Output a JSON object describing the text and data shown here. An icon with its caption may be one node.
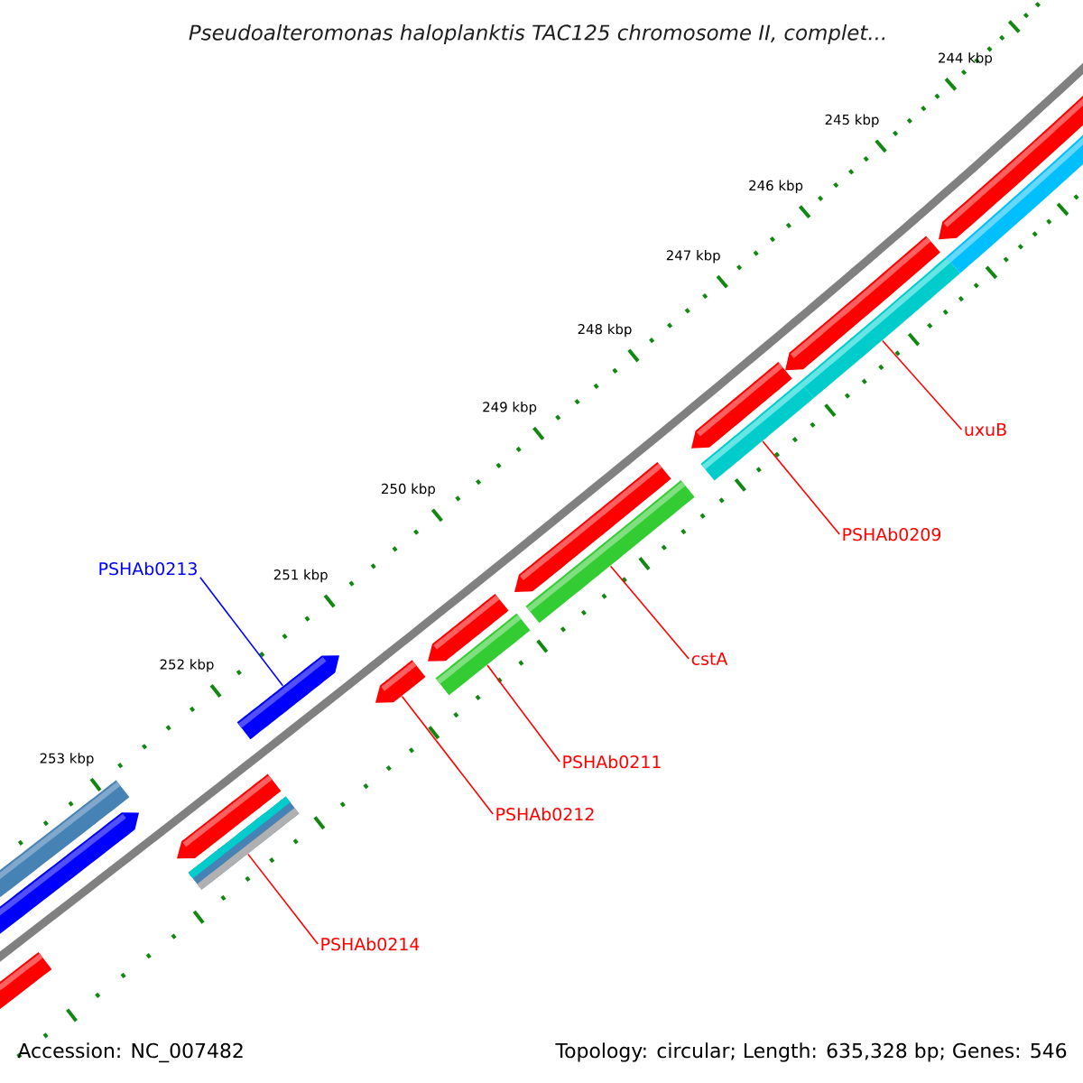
{
  "diagram": {
    "title": "Pseudoalteromonas haloplanktis TAC125 chromosome II, complet...",
    "nodes": [
      {
        "text": [
          "uxuB"
        ]
      },
      {
        "text": [
          "PSHAb0209"
        ]
      },
      {
        "text": [
          "PSHAb0213"
        ]
      },
      {
        "text": [
          "cstA"
        ]
      },
      {
        "text": [
          "PSHAb0211"
        ]
      },
      {
        "text": [
          "PSHAb0212"
        ]
      },
      {
        "text": [
          "PSHAb0214"
        ]
      },
      {
        "text": [],
        "shape": "bar"
      },
      {
        "text": [],
        "shape": "bar"
      },
      {
        "text": [],
        "shape": "bar"
      },
      {
        "text": [],
        "shape": "bar"
      },
      {
        "text": [],
        "shape": "bar"
      },
      {
        "text": [],
        "shape": "bar"
      },
      {
        "text": [],
        "shape": "bar"
      }
    ],
    "edges": [
      {
        "from": 0,
        "to": 7,
        "arrow": "none"
      },
      {
        "from": 1,
        "to": 8,
        "arrow": "none"
      },
      {
        "from": 2,
        "to": 12,
        "arrow": "none",
        "color": "#0000ff"
      },
      {
        "from": 3,
        "to": 9,
        "arrow": "none"
      },
      {
        "from": 4,
        "to": 10,
        "arrow": "none"
      },
      {
        "from": 5,
        "to": 11,
        "arrow": "none"
      },
      {
        "from": 6,
        "to": 13,
        "arrow": "none"
      }
    ],
    "labels": [
      "244 kbp",
      "245 kbp",
      "246 kbp",
      "247 kbp",
      "248 kbp",
      "249 kbp",
      "250 kbp",
      "251 kbp",
      "252 kbp",
      "253 kbp",
      "Accession: NC_007482",
      "Topology: circular; Length: 635,328 bp; Genes: 546"
    ]
  }
}
